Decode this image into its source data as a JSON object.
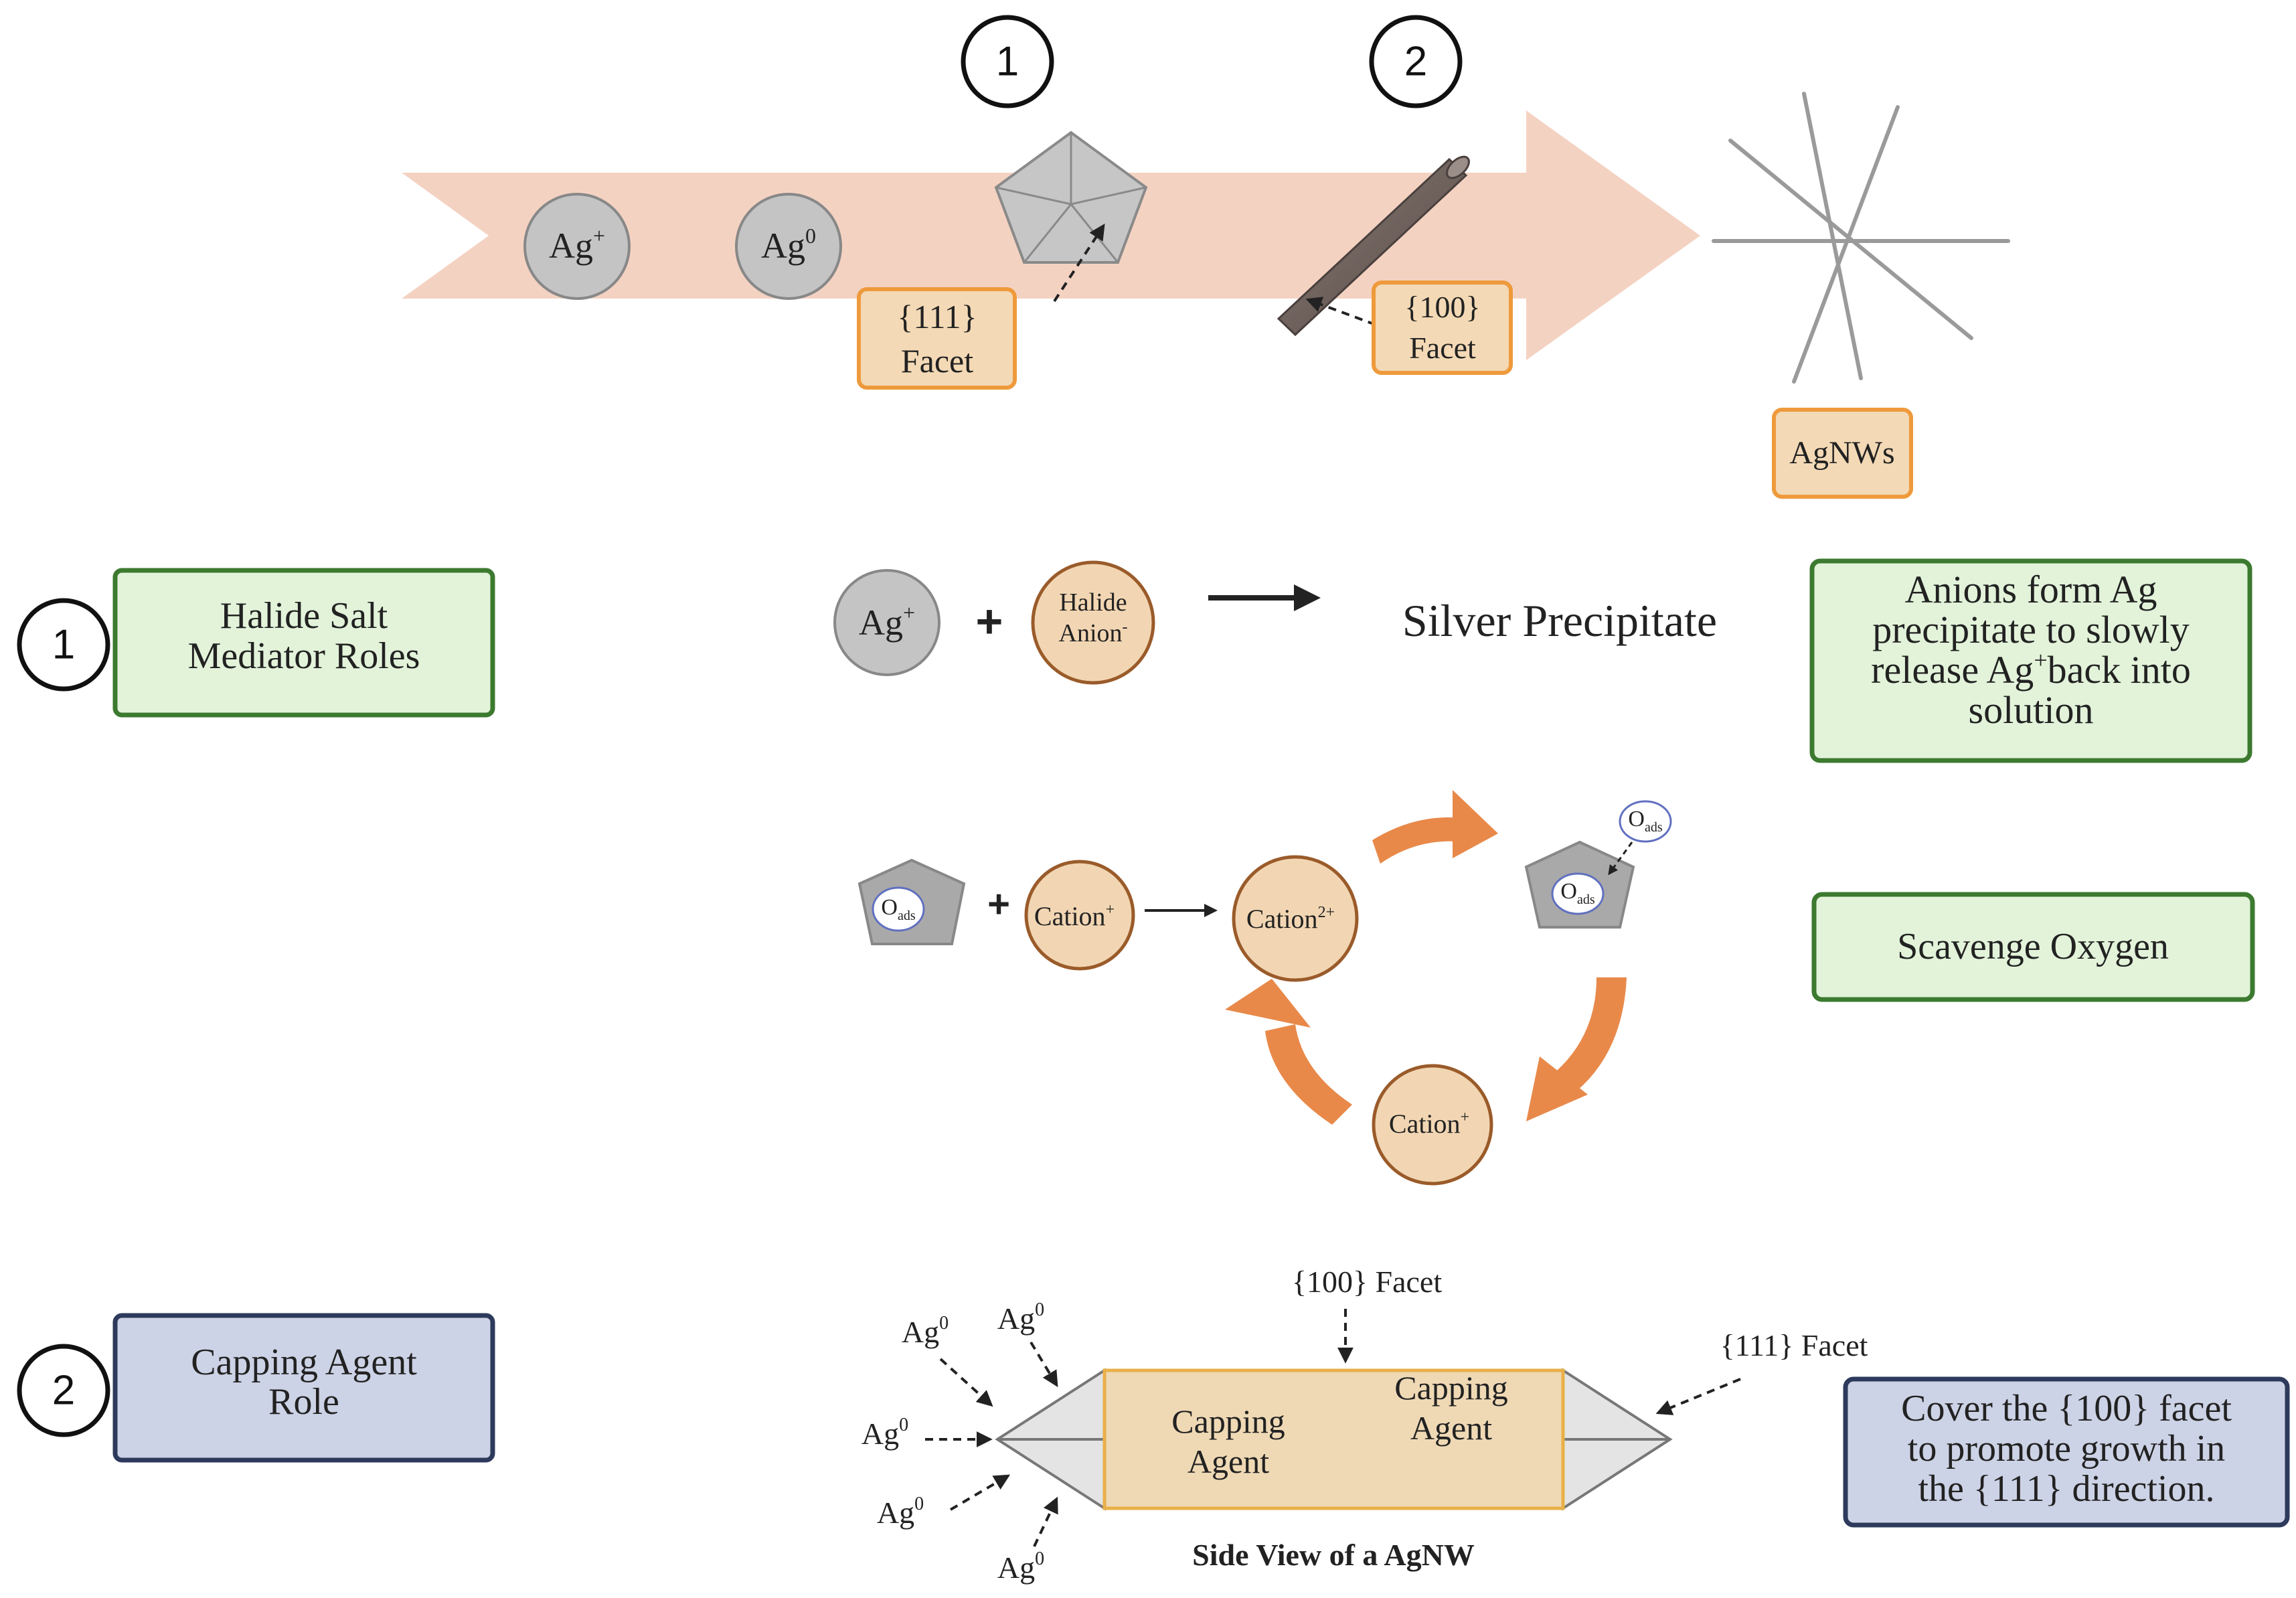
{
  "pathway": {
    "step1_number": "1",
    "step2_number": "2",
    "ag_ion": {
      "base": "Ag",
      "sup": "+"
    },
    "ag_atom": {
      "base": "Ag",
      "sup": "0"
    },
    "facet111_label": {
      "line1": "{111}",
      "line2": "Facet"
    },
    "facet100_label": {
      "line1": "{100}",
      "line2": "Facet"
    },
    "agnws_label": "AgNWs"
  },
  "halide_section": {
    "number": "1",
    "title_lines": [
      "Halide Salt",
      "Mediator Roles"
    ],
    "reaction": {
      "ag_ion": {
        "base": "Ag",
        "sup": "+"
      },
      "plus": "+",
      "anion": {
        "line1": "Halide",
        "line2": "Anion",
        "sup": "-"
      },
      "product": "Silver Precipitate"
    },
    "anion_note_lines": [
      "Anions form Ag",
      "precipitate to slowly",
      "release Ag",
      "+",
      "back into",
      "solution"
    ]
  },
  "oxygen_section": {
    "oads": {
      "base": "O",
      "sub": "ads"
    },
    "plus": "+",
    "cation_plus": {
      "base": "Cation",
      "sup": "+"
    },
    "cation_2plus": {
      "base": "Cation",
      "sup": "2+"
    },
    "cation_bottom": {
      "base": "Cation",
      "sup": "+"
    },
    "note": "Scavenge Oxygen"
  },
  "capping_section": {
    "number": "2",
    "title_lines": [
      "Capping Agent",
      "Role"
    ],
    "ag0": {
      "base": "Ag",
      "sup": "0"
    },
    "facet100": "{100} Facet",
    "facet111": "{111} Facet",
    "capping_agent_lines": [
      "Capping",
      "Agent"
    ],
    "caption": "Side View of a AgNW",
    "note_lines": [
      "Cover the {100} facet",
      "to promote growth in",
      "the {111} direction."
    ]
  },
  "colors": {
    "arrow_band": "#f4d2c2",
    "silver_fill": "#c4c4c4",
    "silver_stroke": "#888888",
    "orange_box_fill": "#f3d9b5",
    "orange_box_stroke": "#ee9a3c",
    "green_fill": "#e2f3da",
    "green_stroke": "#3c7a2f",
    "blue_fill": "#cdd3e6",
    "blue_stroke": "#2d3a5c",
    "cation_fill": "#f2d6b3",
    "cation_stroke": "#9a5b2a",
    "cycle_arrow": "#e8894a",
    "rod_fill": "#7a6c68",
    "nanowire_fill": "#efd9b5",
    "nanowire_stroke": "#e9b048",
    "tip_fill": "#e4e4e4"
  }
}
